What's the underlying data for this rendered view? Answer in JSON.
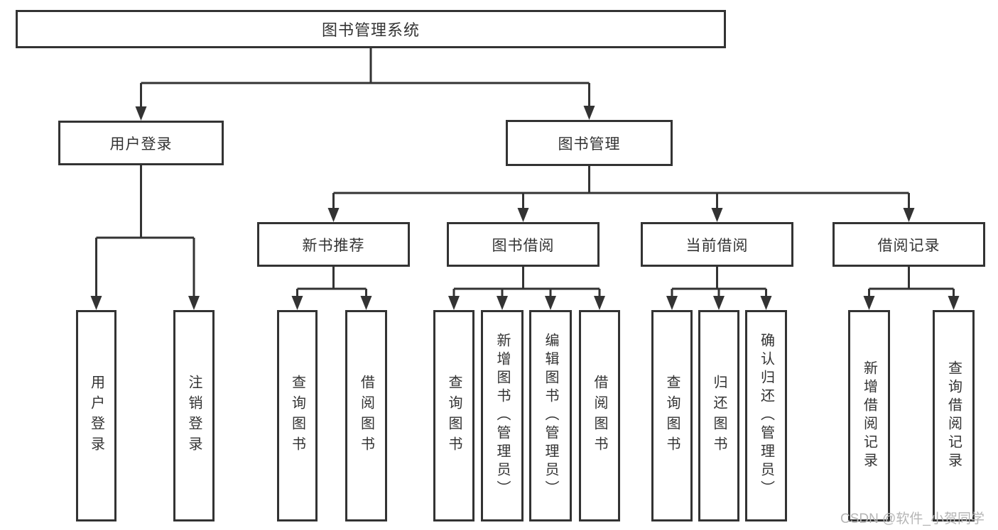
{
  "diagram": {
    "root": {
      "label": "图书管理系统",
      "children": [
        {
          "label": "用户登录",
          "children": [
            {
              "label": "用户登录"
            },
            {
              "label": "注销登录"
            }
          ]
        },
        {
          "label": "图书管理",
          "children": [
            {
              "label": "新书推荐",
              "children": [
                {
                  "label": "查询图书"
                },
                {
                  "label": "借阅图书"
                }
              ]
            },
            {
              "label": "图书借阅",
              "children": [
                {
                  "label": "查询图书"
                },
                {
                  "label": "新增图书（管理员）"
                },
                {
                  "label": "编辑图书（管理员）"
                },
                {
                  "label": "借阅图书"
                }
              ]
            },
            {
              "label": "当前借阅",
              "children": [
                {
                  "label": "查询图书"
                },
                {
                  "label": "归还图书"
                },
                {
                  "label": "确认归还（管理员）"
                }
              ]
            },
            {
              "label": "借阅记录",
              "children": [
                {
                  "label": "新增借阅记录"
                },
                {
                  "label": "查询借阅记录"
                }
              ]
            }
          ]
        }
      ]
    }
  },
  "watermark": {
    "text": "CSDN @软件_小贺同学"
  },
  "colors": {
    "line": "#333333",
    "text": "#333333",
    "watermark": "#b5b5b5",
    "box-bg": "#ffffff"
  }
}
